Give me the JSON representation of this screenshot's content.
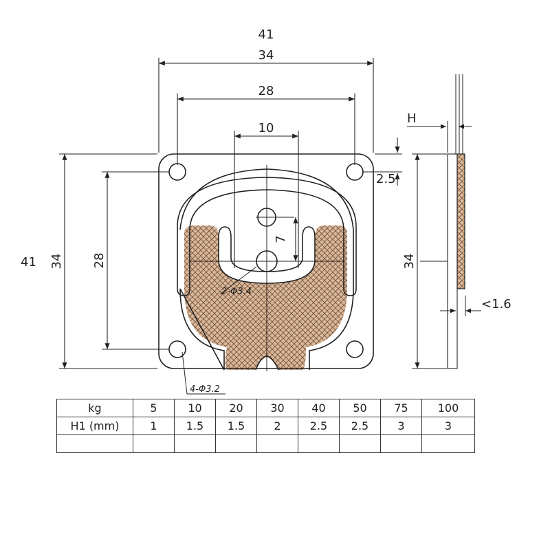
{
  "dimensions": {
    "overall_width": "41",
    "plate_width": "34",
    "hole_spacing_x": "28",
    "center_holes_width": "10",
    "top_offset": "2.5",
    "overall_height": "41",
    "plate_height": "34",
    "hole_spacing_y": "28",
    "center_hole_spacing": "7",
    "side_height": "34",
    "side_top_label": "H",
    "thickness": "<1.6",
    "center_hole_callout": "2-Φ3.4",
    "mount_hole_callout": "4-Φ3.2"
  },
  "colors": {
    "line": "#222222",
    "hatch_fill": "#c9a88a",
    "hatch_line": "#7a5238"
  },
  "table": {
    "rows": [
      [
        "kg",
        "5",
        "10",
        "20",
        "30",
        "40",
        "50",
        "75",
        "100"
      ],
      [
        "H1 (mm)",
        "1",
        "1.5",
        "1.5",
        "2",
        "2.5",
        "2.5",
        "3",
        "3"
      ],
      [
        "",
        "",
        "",
        "",
        "",
        "",
        "",
        "",
        ""
      ]
    ]
  }
}
